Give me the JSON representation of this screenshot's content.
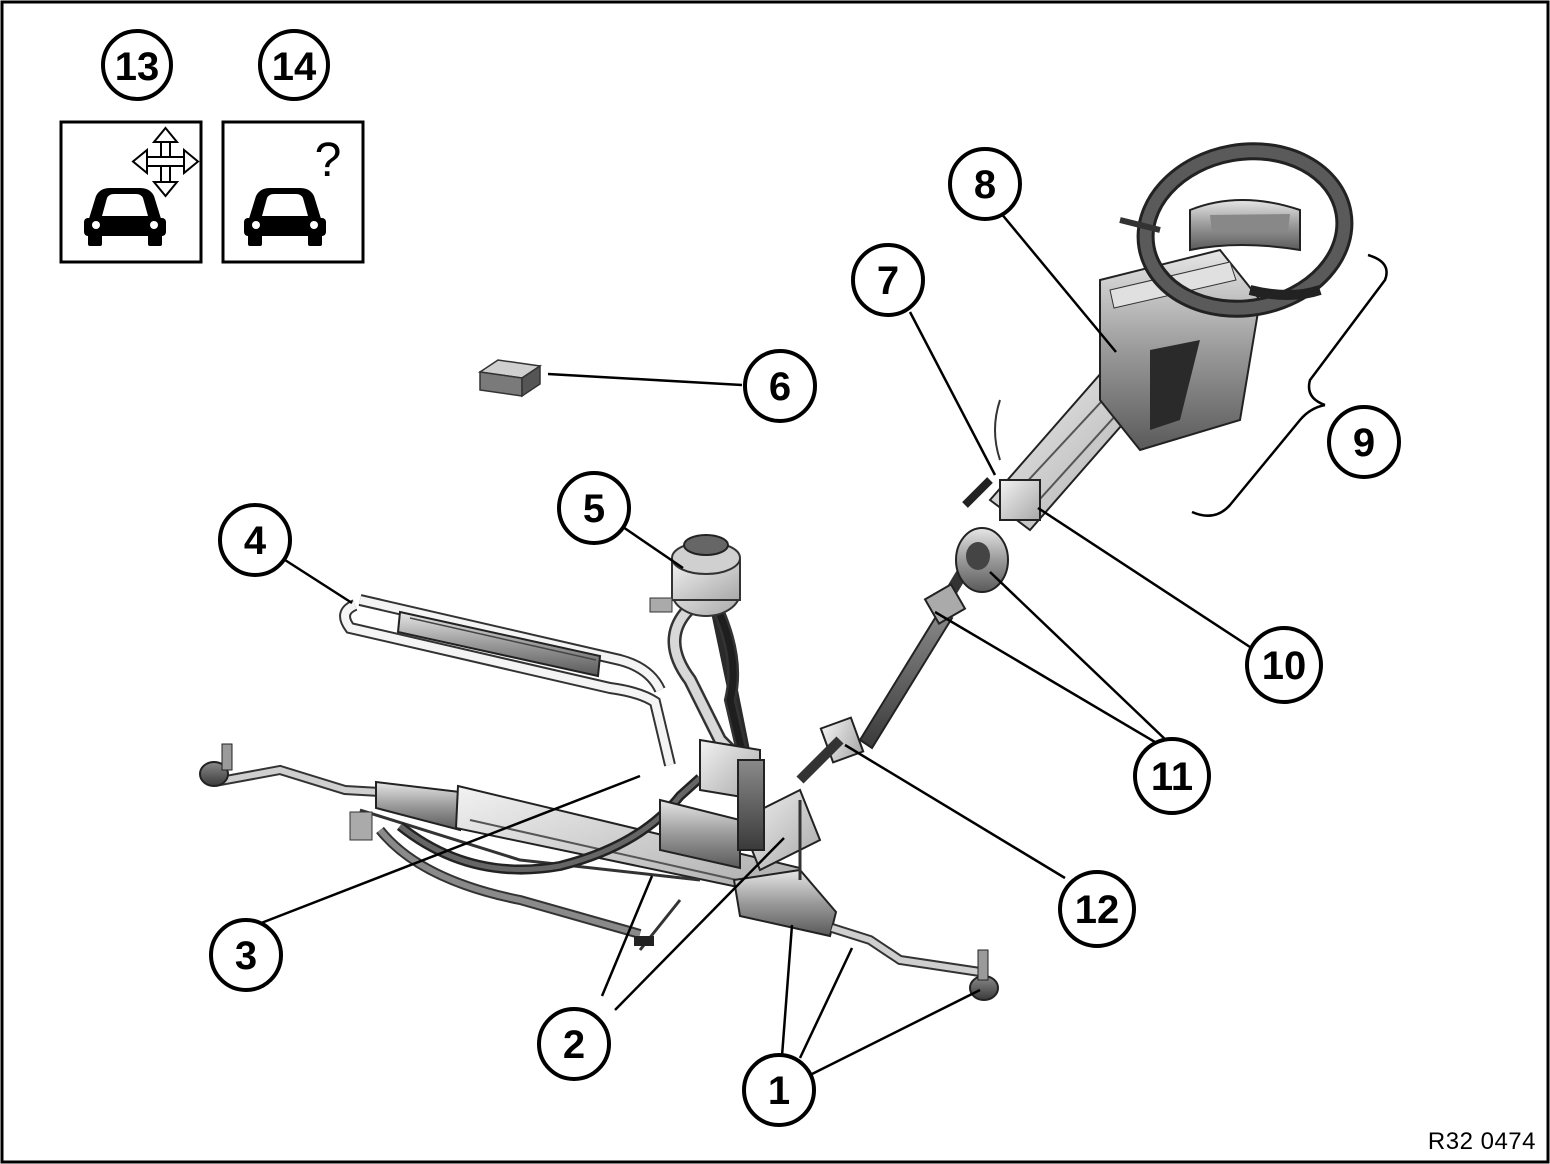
{
  "figure": {
    "reference_code": "R32 0474",
    "icons": [
      {
        "number": "13",
        "icon": "car-adjust-icon"
      },
      {
        "number": "14",
        "icon": "car-question-icon"
      }
    ],
    "callouts": [
      {
        "number": "1"
      },
      {
        "number": "2"
      },
      {
        "number": "3"
      },
      {
        "number": "4"
      },
      {
        "number": "5"
      },
      {
        "number": "6"
      },
      {
        "number": "7"
      },
      {
        "number": "8"
      },
      {
        "number": "9"
      },
      {
        "number": "10"
      },
      {
        "number": "11"
      },
      {
        "number": "12"
      }
    ],
    "question_mark": "?"
  }
}
